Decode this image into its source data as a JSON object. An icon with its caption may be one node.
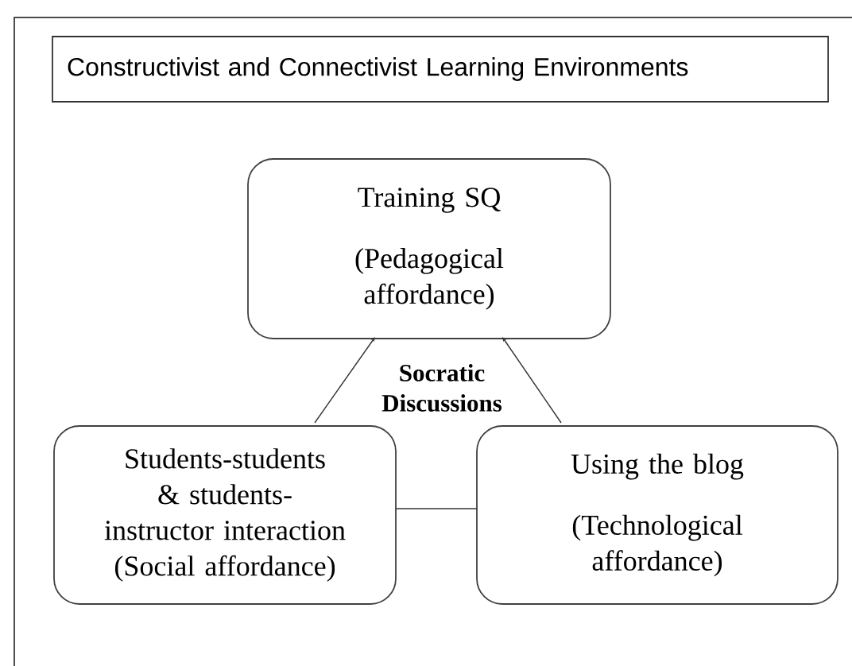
{
  "diagram": {
    "nodes": [
      {
        "text": [
          "Constructivist and Connectivist Learning Environments"
        ]
      },
      {
        "text": [
          "Training SQ",
          "(Pedagogical affordance)"
        ]
      },
      {
        "text": [
          "Students-students & students-instructor interaction",
          "(Social affordance)"
        ]
      },
      {
        "text": [
          "Using the blog",
          "(Technological affordance)"
        ]
      }
    ],
    "edges": [
      {
        "from": 2,
        "to": 1,
        "arrow": "to"
      },
      {
        "from": 3,
        "to": 1,
        "arrow": "to"
      },
      {
        "from": 2,
        "to": 3,
        "arrow": "none"
      }
    ],
    "labels": [
      "Socratic Discussions"
    ]
  }
}
